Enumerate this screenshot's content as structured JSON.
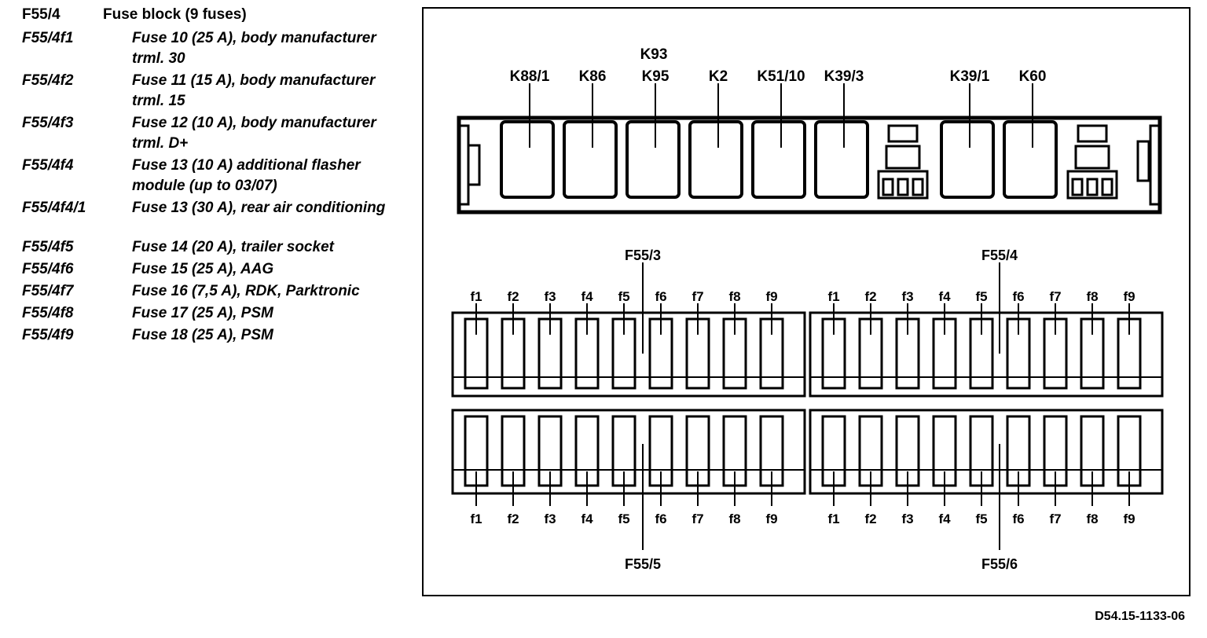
{
  "legend": {
    "title_code": "F55/4",
    "title_text": "Fuse block (9 fuses)",
    "entries": [
      {
        "code": "F55/4f1",
        "text": "Fuse 10 (25 A), body manufacturer trml. 30"
      },
      {
        "code": "F55/4f2",
        "text": "Fuse 11 (15 A), body manufacturer trml. 15"
      },
      {
        "code": "F55/4f3",
        "text": "Fuse 12 (10 A), body manufacturer trml. D+"
      },
      {
        "code": "F55/4f4",
        "text": "Fuse 13 (10 A) additional flasher module (up to 03/07)"
      },
      {
        "code": "F55/4f4/1",
        "text": "Fuse 13 (30 A), rear air conditioning"
      },
      {
        "code": "F55/4f5",
        "text": "Fuse 14 (20 A), trailer socket"
      },
      {
        "code": "F55/4f6",
        "text": "Fuse 15 (25 A), AAG"
      },
      {
        "code": "F55/4f7",
        "text": "Fuse 16 (7,5 A), RDK, Parktronic"
      },
      {
        "code": "F55/4f8",
        "text": "Fuse 17 (25 A), PSM"
      },
      {
        "code": "F55/4f9",
        "text": "Fuse 18 (25 A), PSM"
      }
    ]
  },
  "relays": {
    "top_label": "K93",
    "labels": [
      "K88/1",
      "K86",
      "K95",
      "K2",
      "K51/10",
      "K39/3",
      "K39/1",
      "K60"
    ]
  },
  "fuse_blocks": {
    "names": [
      "F55/3",
      "F55/4",
      "F55/5",
      "F55/6"
    ],
    "fuse_labels": [
      "f1",
      "f2",
      "f3",
      "f4",
      "f5",
      "f6",
      "f7",
      "f8",
      "f9"
    ]
  },
  "doc_id": "D54.15-1133-06",
  "colors": {
    "line": "#000000",
    "background": "#ffffff"
  }
}
